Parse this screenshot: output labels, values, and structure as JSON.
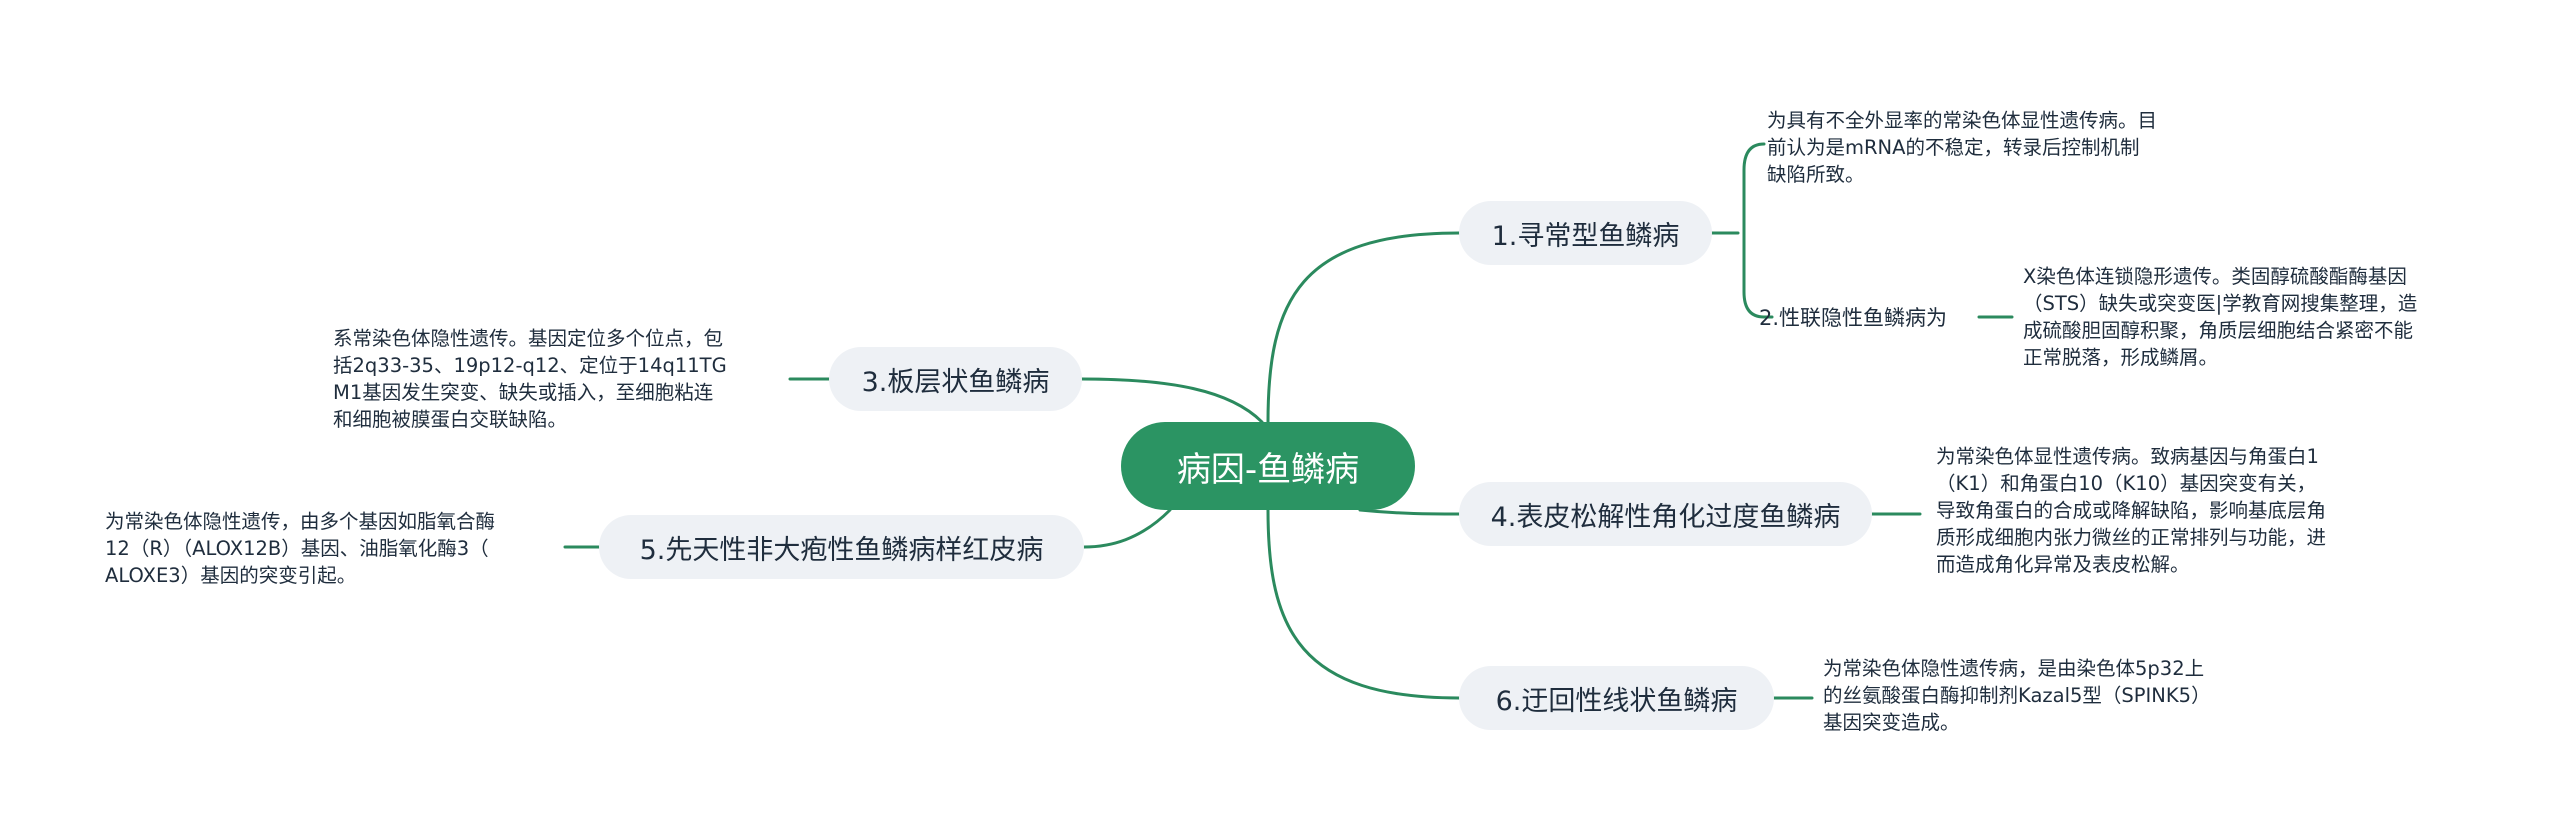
{
  "colors": {
    "line": "#2b8a5e",
    "root_fill": "#2b9463",
    "topic_fill": "#eef1f5",
    "text": "#1f2d3d"
  },
  "root": {
    "label": "病因-鱼鳞病"
  },
  "topics": [
    {
      "id": "t1",
      "label": "1.寻常型鱼鳞病",
      "note": "为具有不全外显率的常染色体显性遗传病。目\n前认为是mRNA的不稳定，转录后控制机制\n缺陷所致。",
      "subtopics": [
        {
          "label": "2.性联隐性鱼鳞病为",
          "note": "X染色体连锁隐形遗传。类固醇硫酸酯酶基因\n（STS）缺失或突变医|学教育网搜集整理，造\n成硫酸胆固醇积聚，角质层细胞结合紧密不能\n正常脱落，形成鳞屑。"
        }
      ]
    },
    {
      "id": "t3",
      "label": "3.板层状鱼鳞病",
      "note": "系常染色体隐性遗传。基因定位多个位点，包\n括2q33-35、19p12-q12、定位于14q11TG\nM1基因发生突变、缺失或插入，至细胞粘连\n和细胞被膜蛋白交联缺陷。"
    },
    {
      "id": "t4",
      "label": "4.表皮松解性角化过度鱼鳞病",
      "note": "为常染色体显性遗传病。致病基因与角蛋白1\n（K1）和角蛋白10（K10）基因突变有关，\n导致角蛋白的合成或降解缺陷，影响基底层角\n质形成细胞内张力微丝的正常排列与功能，进\n而造成角化异常及表皮松解。"
    },
    {
      "id": "t5",
      "label": "5.先天性非大疱性鱼鳞病样红皮病",
      "note": "为常染色体隐性遗传，由多个基因如脂氧合酶\n12（R）（ALOX12B）基因、油脂氧化酶3（\nALOXE3）基因的突变引起。"
    },
    {
      "id": "t6",
      "label": "6.迂回性线状鱼鳞病",
      "note": "为常染色体隐性遗传病，是由染色体5p32上\n的丝氨酸蛋白酶抑制剂Kazal5型（SPINK5）\n基因突变造成。"
    }
  ]
}
